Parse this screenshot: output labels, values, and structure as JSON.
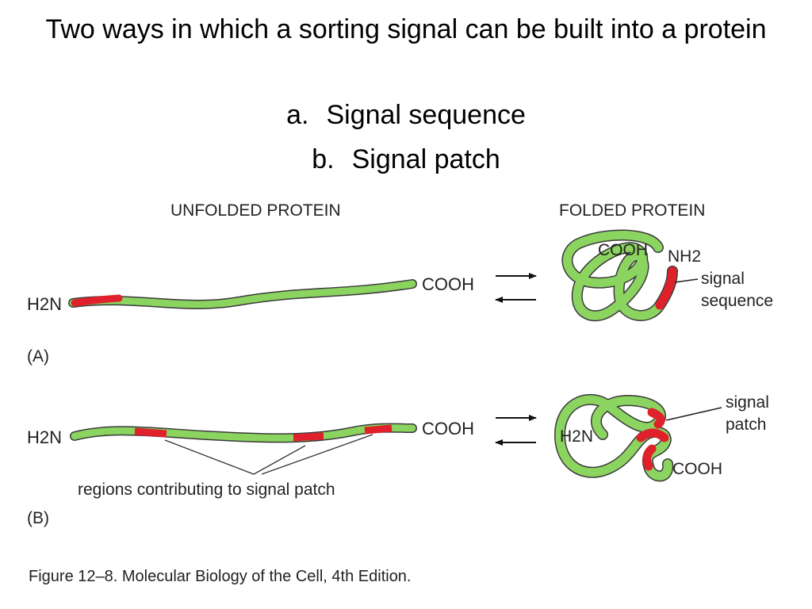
{
  "slide": {
    "title": "Two ways in which a sorting signal can be built into a protein",
    "bullets": [
      {
        "marker": "a.",
        "text": "Signal sequence"
      },
      {
        "marker": "b.",
        "text": "Signal patch"
      }
    ]
  },
  "figure": {
    "header_unfolded": "UNFOLDED PROTEIN",
    "header_folded": "FOLDED PROTEIN",
    "panel_a": {
      "panel_label": "(A)",
      "n_terminus": "H2N",
      "c_terminus": "COOH",
      "folded_c_terminus": "COOH",
      "folded_n_terminus": "NH2",
      "signal_label_line1": "signal",
      "signal_label_line2": "sequence"
    },
    "panel_b": {
      "panel_label": "(B)",
      "n_terminus": "H2N",
      "c_terminus": "COOH",
      "folded_n_terminus": "H2N",
      "folded_c_terminus": "COOH",
      "patch_label_line1": "signal",
      "patch_label_line2": "patch",
      "regions_label": "regions contributing to signal patch"
    },
    "caption": "Figure 12–8. Molecular Biology of the Cell, 4th Edition."
  },
  "colors": {
    "protein_green": "#8cd460",
    "signal_red": "#e0202a",
    "outline": "#3a3a3a"
  }
}
